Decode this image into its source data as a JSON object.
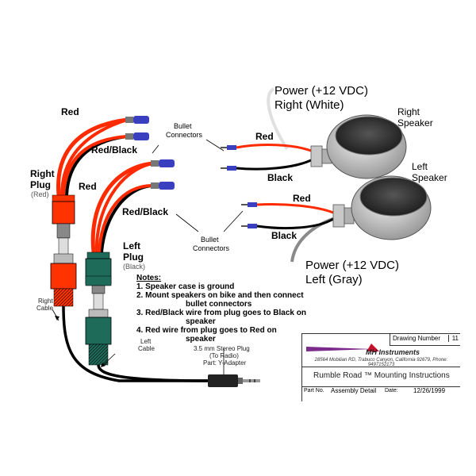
{
  "labels": {
    "red_top": "Red",
    "red_black_top": "Red/Black",
    "right_plug": "Right",
    "right_plug2": "Plug",
    "right_plug_color": "(Red)",
    "red_mid": "Red",
    "red_black_mid": "Red/Black",
    "left_plug": "Left",
    "left_plug2": "Plug",
    "left_plug_color": "(Black)",
    "bullet_top": "Bullet",
    "bullet_top2": "Connectors",
    "bullet_bottom": "Bullet",
    "bullet_bottom2": "Connectors",
    "right_cable": "Right",
    "right_cable2": "Cable",
    "left_cable": "Left",
    "left_cable2": "Cable",
    "stereo1": "3.5 mm Stereo Plug",
    "stereo2": "(To Radio)",
    "stereo3": "Part: Y-Adapter",
    "power_right1": "Power (+12 VDC)",
    "power_right2": "Right (White)",
    "right_speaker1": "Right",
    "right_speaker2": "Speaker",
    "left_speaker1": "Left",
    "left_speaker2": "Speaker",
    "rs_red": "Red",
    "rs_black": "Black",
    "ls_red": "Red",
    "ls_black": "Black",
    "power_left1": "Power (+12 VDC)",
    "power_left2": "Left (Gray)"
  },
  "notes": {
    "heading": "Notes:",
    "n1": "1. Speaker case is ground",
    "n2a": "2. Mount speakers on bike and then connect",
    "n2b": "bullet connectors",
    "n3a": "3. Red/Black wire from plug goes to Black on",
    "n3b": "speaker",
    "n4a": "4. Red wire from plug goes to Red on",
    "n4b": "speaker"
  },
  "title_block": {
    "drawing_number_label": "Drawing Number",
    "drawing_number": "11",
    "company": "MH Instruments",
    "address": "28564 Mobilian RD, Trabuco Canyon, California 92679, Phone: 9497152173",
    "title": "Rumble Road ™ Mounting Instructions",
    "part_no_label": "Part No.",
    "part_no_value": "Assembly Detail",
    "date_label": "Date:",
    "date_value": "12/26/1999"
  },
  "colors": {
    "red_wire": "#ff2a00",
    "black_wire": "#000000",
    "right_plug": "#ff3300",
    "left_plug": "#1f6b5a",
    "connector_blue": "#3a3fc0",
    "speaker_gray": "#a8a8a8",
    "white_wire": "#e6e6e6",
    "gray_wire": "#8a8a8a"
  }
}
